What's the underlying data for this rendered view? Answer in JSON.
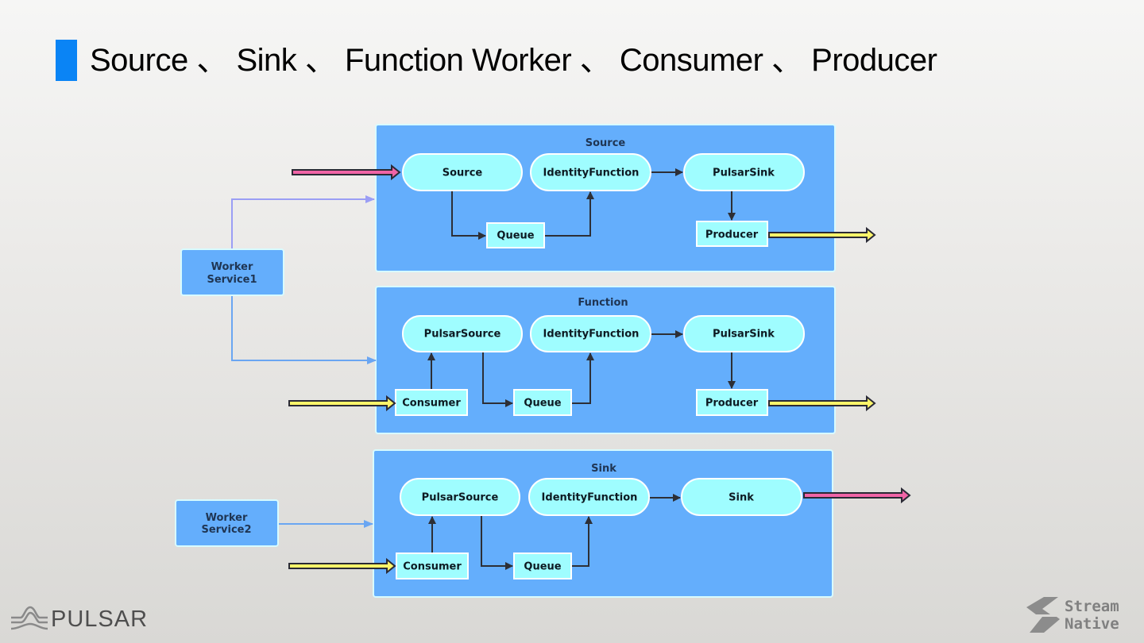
{
  "slide": {
    "title": "Source 、 Sink 、 Function Worker 、 Consumer 、 Producer",
    "accent_color": "#0a84f5"
  },
  "diagram": {
    "colors": {
      "panel": "#64aefc",
      "node": "#9ffdff",
      "external_input_pink": "#f064a6",
      "external_io_yellow": "#fdf56a",
      "connector": "#2d2f36"
    },
    "workers": [
      {
        "id": "worker1",
        "label_line1": "Worker",
        "label_line2": "Service1"
      },
      {
        "id": "worker2",
        "label_line1": "Worker",
        "label_line2": "Service2"
      }
    ],
    "panels": [
      {
        "id": "source",
        "title": "Source",
        "nodes": {
          "stage1": "Source",
          "stage2": "IdentityFunction",
          "stage3": "PulsarSink",
          "queue": "Queue",
          "producer": "Producer"
        }
      },
      {
        "id": "function",
        "title": "Function",
        "nodes": {
          "stage1": "PulsarSource",
          "stage2": "IdentityFunction",
          "stage3": "PulsarSink",
          "queue": "Queue",
          "consumer": "Consumer",
          "producer": "Producer"
        }
      },
      {
        "id": "sink",
        "title": "Sink",
        "nodes": {
          "stage1": "PulsarSource",
          "stage2": "IdentityFunction",
          "stage3": "Sink",
          "queue": "Queue",
          "consumer": "Consumer"
        }
      }
    ]
  },
  "footer": {
    "left_logo": "PULSAR",
    "right_logo_line1": "Stream",
    "right_logo_line2": "Native"
  }
}
